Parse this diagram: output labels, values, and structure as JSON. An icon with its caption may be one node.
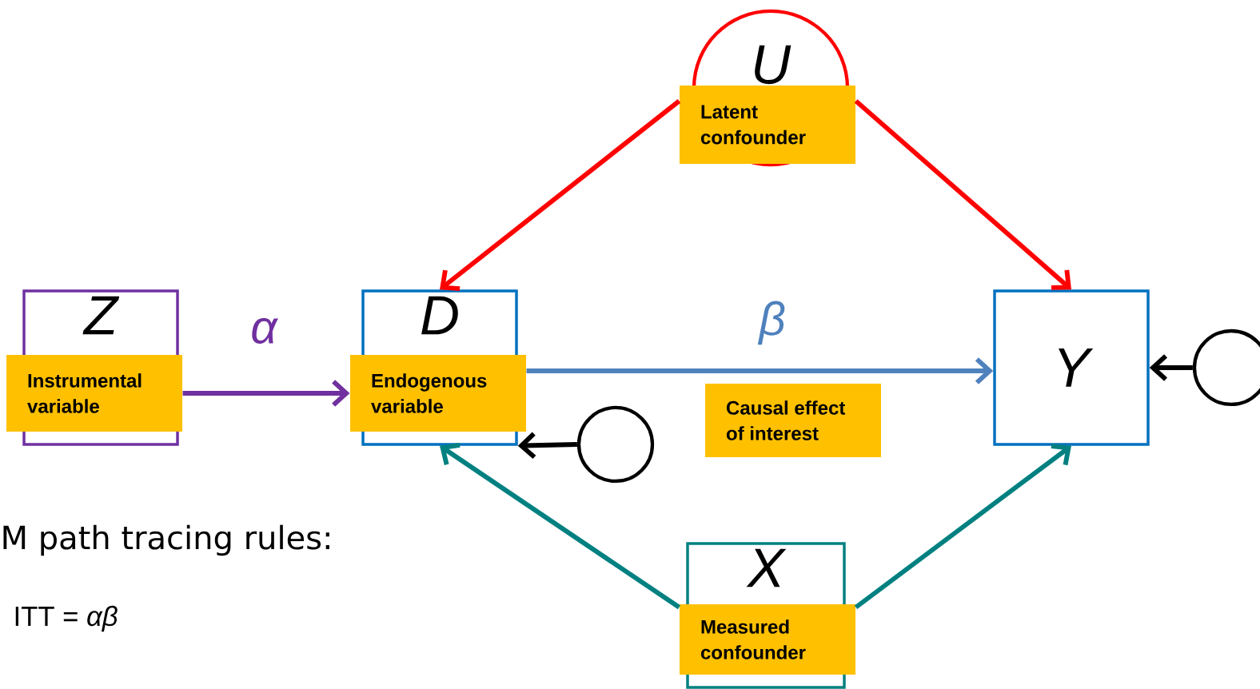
{
  "diagram": {
    "nodes": [
      {
        "text": [
          "U"
        ]
      },
      {
        "text": [
          "Latent confounder"
        ]
      },
      {
        "text": [
          "Z"
        ]
      },
      {
        "text": [
          "Instrumental variable"
        ]
      },
      {
        "text": [
          "D"
        ]
      },
      {
        "text": [
          "Endogenous variable"
        ]
      },
      {
        "text": [
          "Causal effect of interest"
        ]
      },
      {
        "text": [
          "Y"
        ]
      },
      {
        "text": [],
        "shape": "circle"
      },
      {
        "text": [],
        "shape": "circle"
      },
      {
        "text": [
          "X"
        ]
      },
      {
        "text": [
          "Measured confounder"
        ]
      }
    ],
    "edges": [
      {
        "from": 0,
        "to": 4,
        "arrow": "to",
        "color": "#ff0000"
      },
      {
        "from": 0,
        "to": 7,
        "arrow": "to",
        "color": "#ff0000"
      },
      {
        "from": 2,
        "to": 4,
        "arrow": "to",
        "label": "α",
        "color": "#7030a0"
      },
      {
        "from": 4,
        "to": 7,
        "arrow": "to",
        "label": "β",
        "color": "#4f81bd"
      },
      {
        "from": 8,
        "to": 4,
        "arrow": "to",
        "color": "#000000"
      },
      {
        "from": 9,
        "to": 7,
        "arrow": "to",
        "color": "#000000"
      },
      {
        "from": 10,
        "to": 4,
        "arrow": "to",
        "color": "#008080"
      },
      {
        "from": 10,
        "to": 7,
        "arrow": "to",
        "color": "#008080"
      }
    ],
    "labels": [
      "M path tracing rules:",
      "ITT = *αβ*"
    ]
  }
}
